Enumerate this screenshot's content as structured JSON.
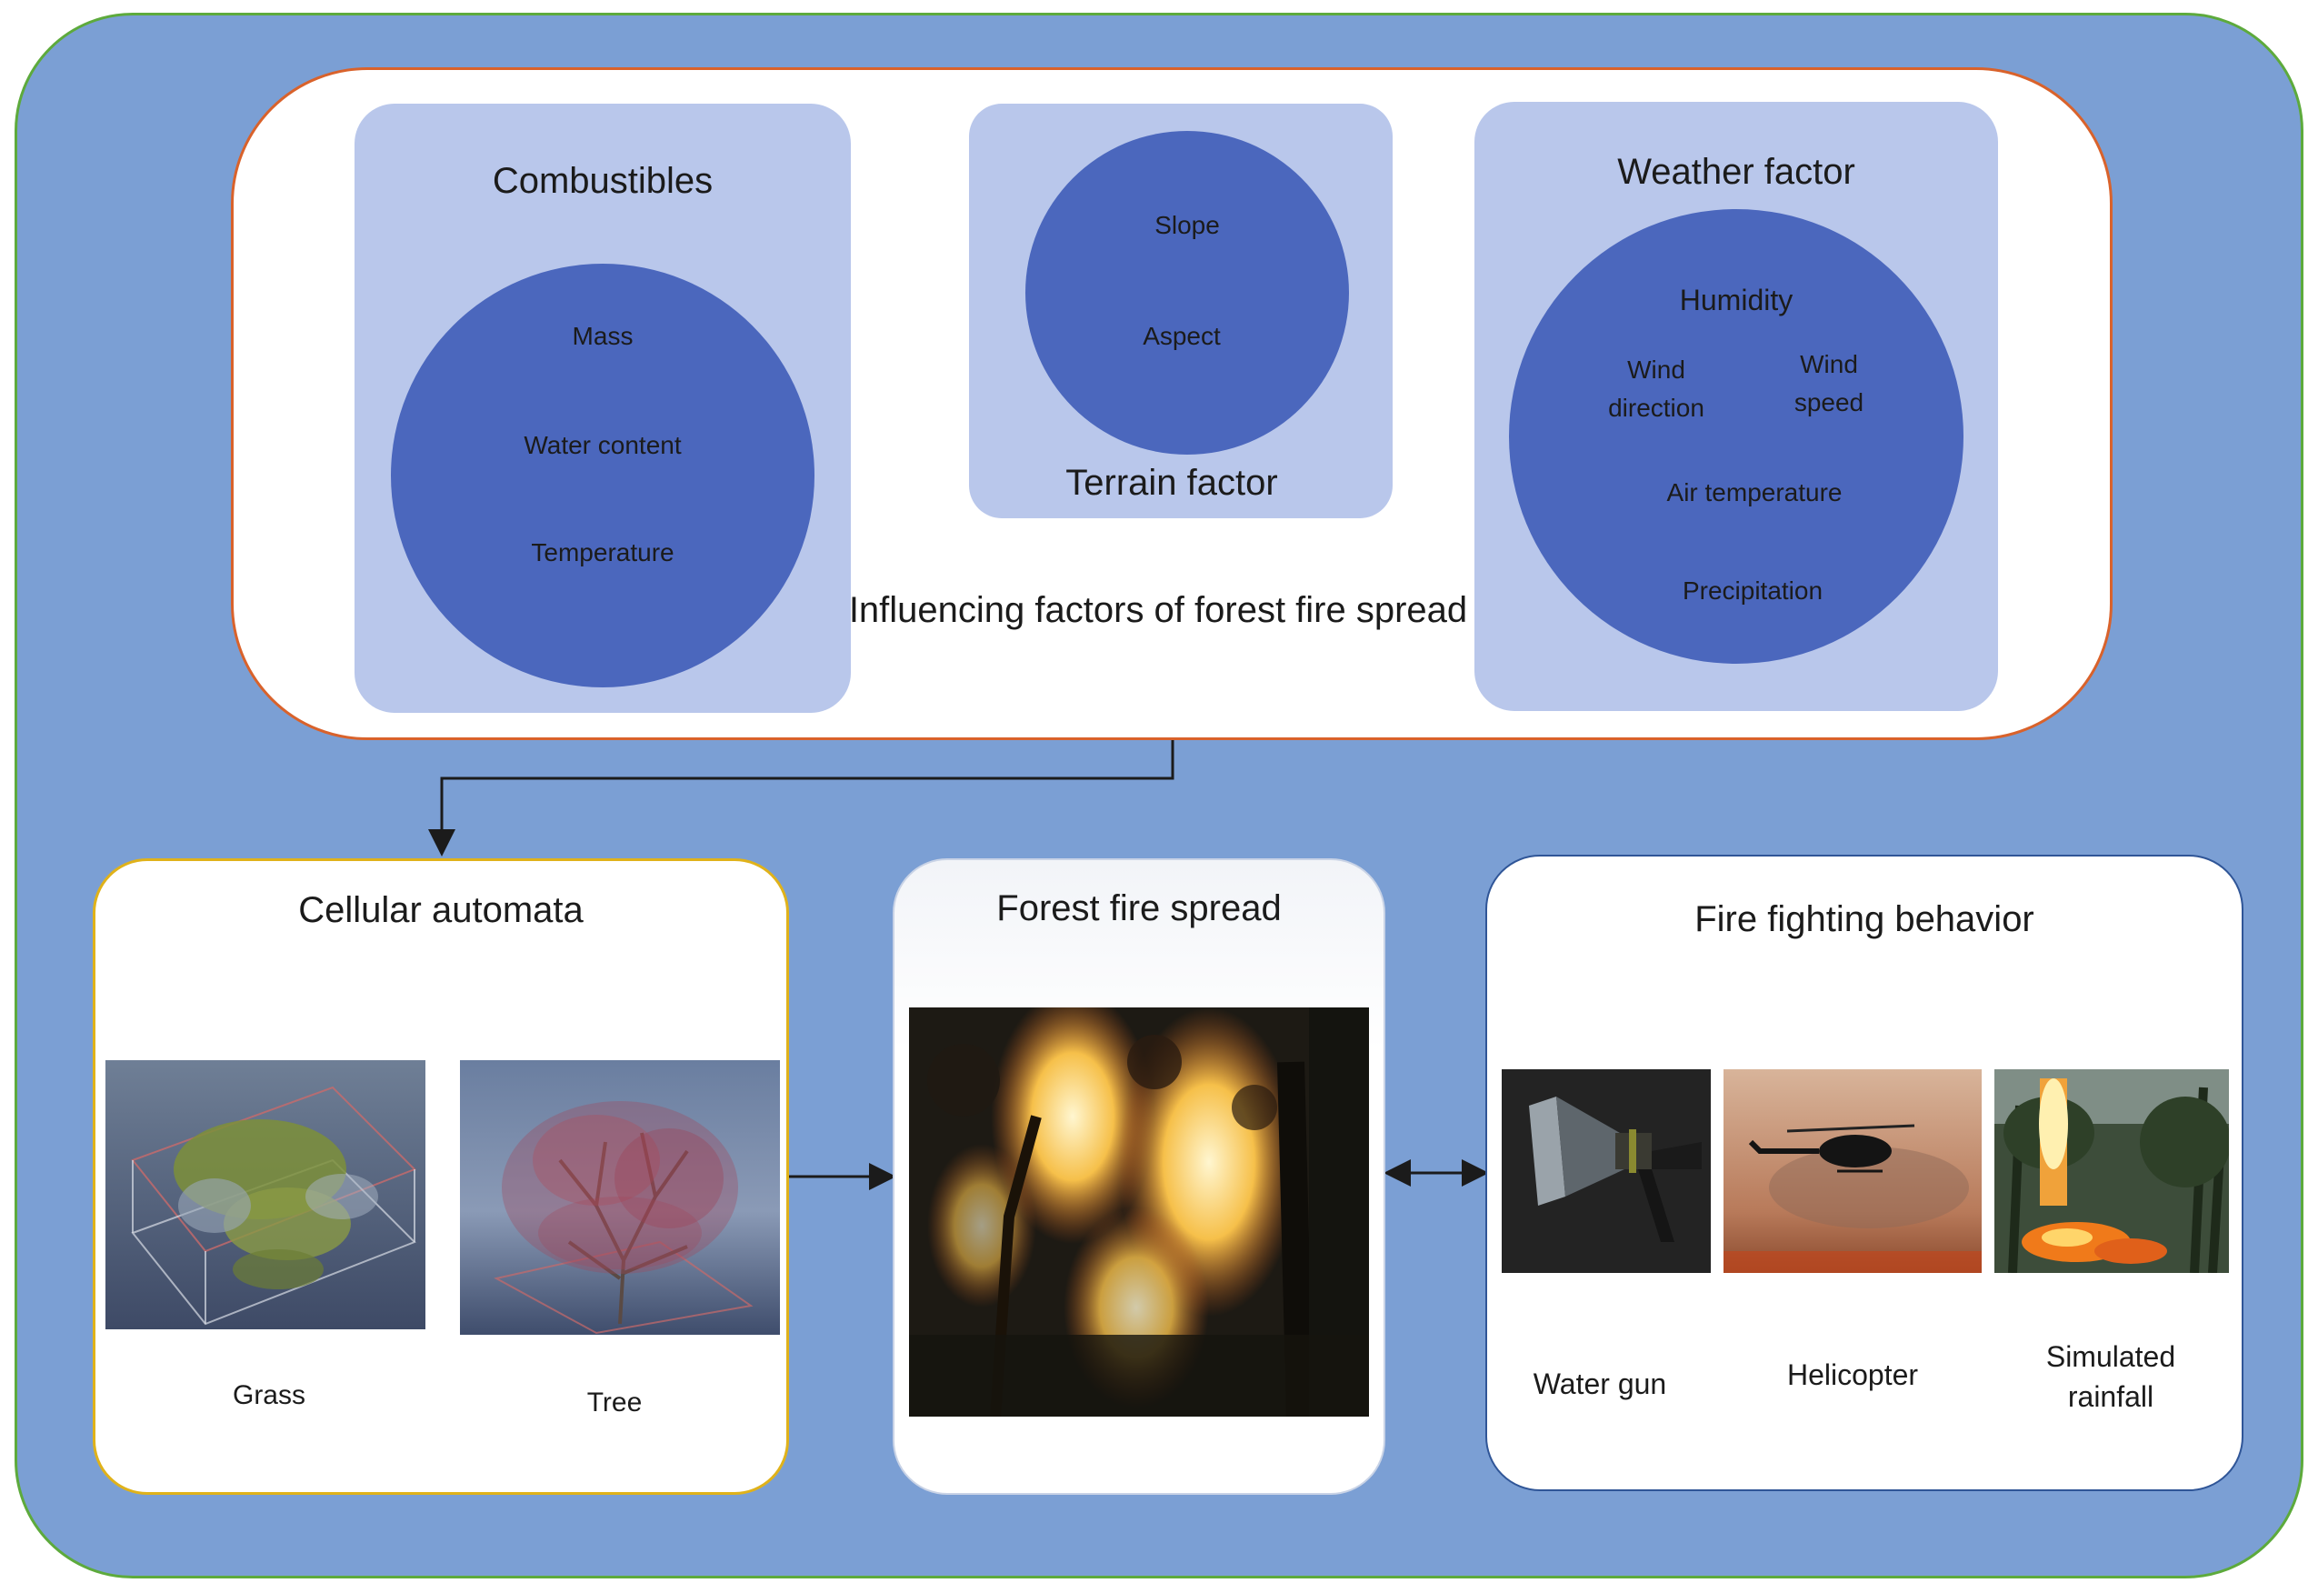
{
  "factors": {
    "caption": "Influencing factors of forest fire spread",
    "combustibles": {
      "title": "Combustibles",
      "items": [
        "Mass",
        "Water content",
        "Temperature"
      ]
    },
    "terrain": {
      "title": "Terrain factor",
      "items": [
        "Slope",
        "Aspect"
      ]
    },
    "weather": {
      "title": "Weather factor",
      "humidity": "Humidity",
      "wind_direction": "Wind\ndirection",
      "wind_speed": "Wind\nspeed",
      "air_temperature": "Air temperature",
      "precipitation": "Precipitation"
    }
  },
  "cellular": {
    "title": "Cellular automata",
    "grass": "Grass",
    "tree": "Tree"
  },
  "spread": {
    "title": "Forest fire spread"
  },
  "fighting": {
    "title": "Fire fighting behavior",
    "water_gun": "Water gun",
    "helicopter": "Helicopter",
    "rainfall": "Simulated\nrainfall"
  },
  "colors": {
    "outer_fill": "#7b9fd4",
    "outer_border": "#5daa3c",
    "panel_fill": "#b9c7eb",
    "circle_fill": "#4b67bd",
    "factors_border": "#d9622b",
    "cellular_border": "#e0b21a",
    "fighting_border": "#2f5597"
  }
}
